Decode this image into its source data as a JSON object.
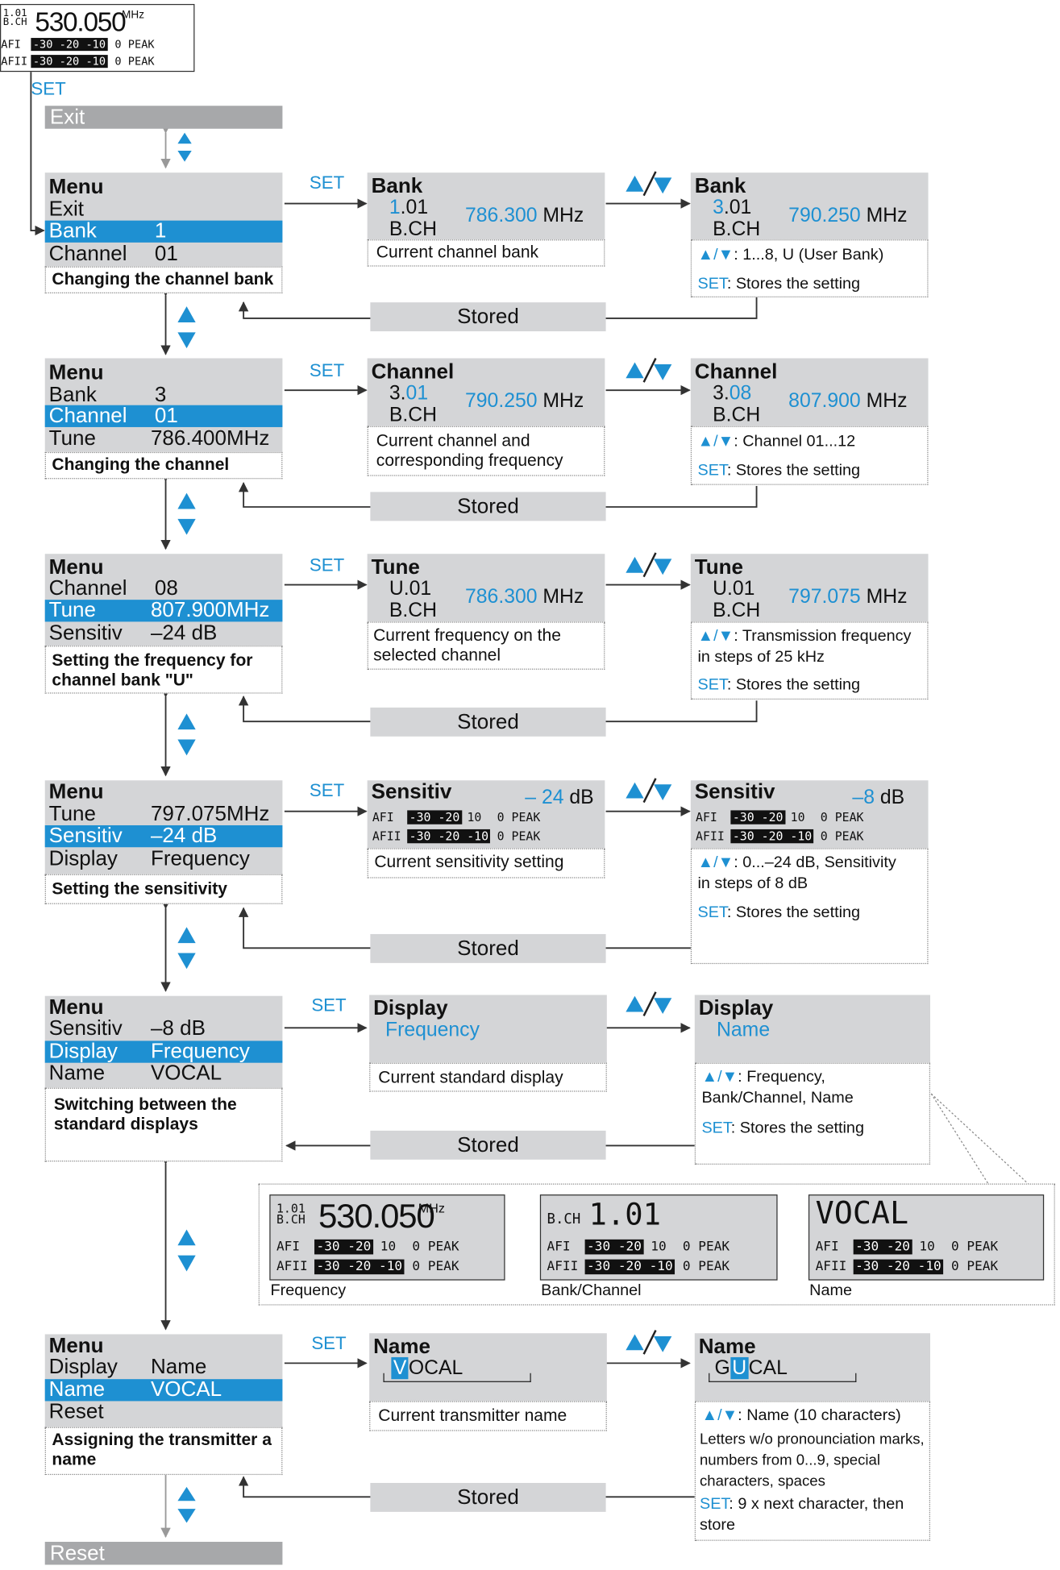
{
  "set_label": "SET",
  "stored_label": "Stored",
  "top_display": {
    "bank_num": "1.01",
    "bch": "B.CH",
    "freq": "530.050",
    "unit": "MHz",
    "afi": "AFI",
    "afii": "AFII",
    "meter1": "-30 -20 -10",
    "meter2": "-30 -20 -10",
    "peak_tail": "0 PEAK"
  },
  "exit_bar": "Exit",
  "reset_bar": "Reset",
  "menu": [
    {
      "title": "Menu",
      "items": [
        {
          "label": "Exit",
          "value": ""
        },
        {
          "label": "Bank",
          "value": "1"
        },
        {
          "label": "Channel",
          "value": "01"
        }
      ],
      "description": "Changing the channel bank"
    },
    {
      "title": "Menu",
      "items": [
        {
          "label": "Bank",
          "value": "3"
        },
        {
          "label": "Channel",
          "value": "01"
        },
        {
          "label": "Tune",
          "value": "786.400MHz"
        }
      ],
      "description": "Changing the channel"
    },
    {
      "title": "Menu",
      "items": [
        {
          "label": "Channel",
          "value": "08"
        },
        {
          "label": "Tune",
          "value": "807.900MHz"
        },
        {
          "label": "Sensitiv",
          "value": "–24 dB"
        }
      ],
      "description": "Setting the frequency for channel bank \"U\""
    },
    {
      "title": "Menu",
      "items": [
        {
          "label": "Tune",
          "value": "797.075MHz"
        },
        {
          "label": "Sensitiv",
          "value": "–24 dB"
        },
        {
          "label": "Display",
          "value": "Frequency"
        }
      ],
      "description": "Setting the sensitivity"
    },
    {
      "title": "Menu",
      "items": [
        {
          "label": "Sensitiv",
          "value": "–8 dB"
        },
        {
          "label": "Display",
          "value": "Frequency"
        },
        {
          "label": "Name",
          "value": "VOCAL"
        }
      ],
      "description": "Switching between the standard displays"
    },
    {
      "title": "Menu",
      "items": [
        {
          "label": "Display",
          "value": "Name"
        },
        {
          "label": "Name",
          "value": "VOCAL"
        },
        {
          "label": "Reset",
          "value": ""
        }
      ],
      "description": "Assigning the transmitter a name"
    }
  ],
  "current": [
    {
      "title": "Bank",
      "num_hl": "1",
      "num_rest": ".01",
      "bch": "B.CH",
      "freq": "786.300",
      "unit": "MHz",
      "caption": "Current channel bank"
    },
    {
      "title": "Channel",
      "num_pre": "3.",
      "num_hl": "01",
      "bch": "B.CH",
      "freq": "790.250",
      "unit": "MHz",
      "caption": "Current channel and corresponding frequency"
    },
    {
      "title": "Tune",
      "num": "U.01",
      "bch": "B.CH",
      "freq": "786.300",
      "unit": "MHz",
      "caption": "Current frequency on the selected channel"
    },
    {
      "title": "Sensitiv",
      "db": "– 24",
      "unit": "dB",
      "caption": "Current sensitivity setting"
    },
    {
      "title": "Display",
      "value": "Frequency",
      "caption": "Current standard display"
    },
    {
      "title": "Name",
      "cursor": "V",
      "rest": "OCAL",
      "caption": "Current transmitter name"
    }
  ],
  "updown_symbol": "▲/▼",
  "result": [
    {
      "title": "Bank",
      "num_hl": "3",
      "num_rest": ".01",
      "bch": "B.CH",
      "freq": "790.250",
      "unit": "MHz",
      "range": "1...8, U (User Bank)",
      "set_text": "Stores the setting"
    },
    {
      "title": "Channel",
      "num_pre": "3.",
      "num_hl": "08",
      "bch": "B.CH",
      "freq": "807.900",
      "unit": "MHz",
      "range": "Channel  01...12",
      "set_text": "Stores the setting"
    },
    {
      "title": "Tune",
      "num": "U.01",
      "bch": "B.CH",
      "freq": "797.075",
      "unit": "MHz",
      "range": "Transmission frequency in steps of 25 kHz",
      "set_text": "Stores the setting"
    },
    {
      "title": "Sensitiv",
      "db": "–8",
      "unit": "dB",
      "range": "0...–24 dB, Sensitivity in steps of 8 dB",
      "set_text": "Stores the setting"
    },
    {
      "title": "Display",
      "value": "Name",
      "range": "Frequency, Bank/Channel, Name",
      "set_text": "Stores the setting"
    },
    {
      "title": "Name",
      "pre": "G",
      "cursor": "U",
      "rest": "CAL",
      "range": "Name (10 characters)",
      "extra": "Letters  w/o pronounciation marks, numbers from 0...9, special characters, spaces",
      "set_text": "9 x next character, then store"
    }
  ],
  "lcd_panels": [
    {
      "caption": "Frequency",
      "bank_num": "1.01",
      "bch": "B.CH",
      "main": "530.050",
      "unit": "MHz"
    },
    {
      "caption": "Bank/Channel",
      "bch": "B.CH",
      "main": "1.01"
    },
    {
      "caption": "Name",
      "main": "VOCAL"
    }
  ],
  "lcd_meter": {
    "afi": "AFI",
    "afii": "AFII",
    "m1": "-30 -20",
    "m1_tail": "10",
    "m2": "-30 -20 -10",
    "peak": "0 PEAK"
  },
  "colors": {
    "accent": "#1e90d2",
    "panel_gray": "#d4d5d7",
    "line": "#333333"
  }
}
